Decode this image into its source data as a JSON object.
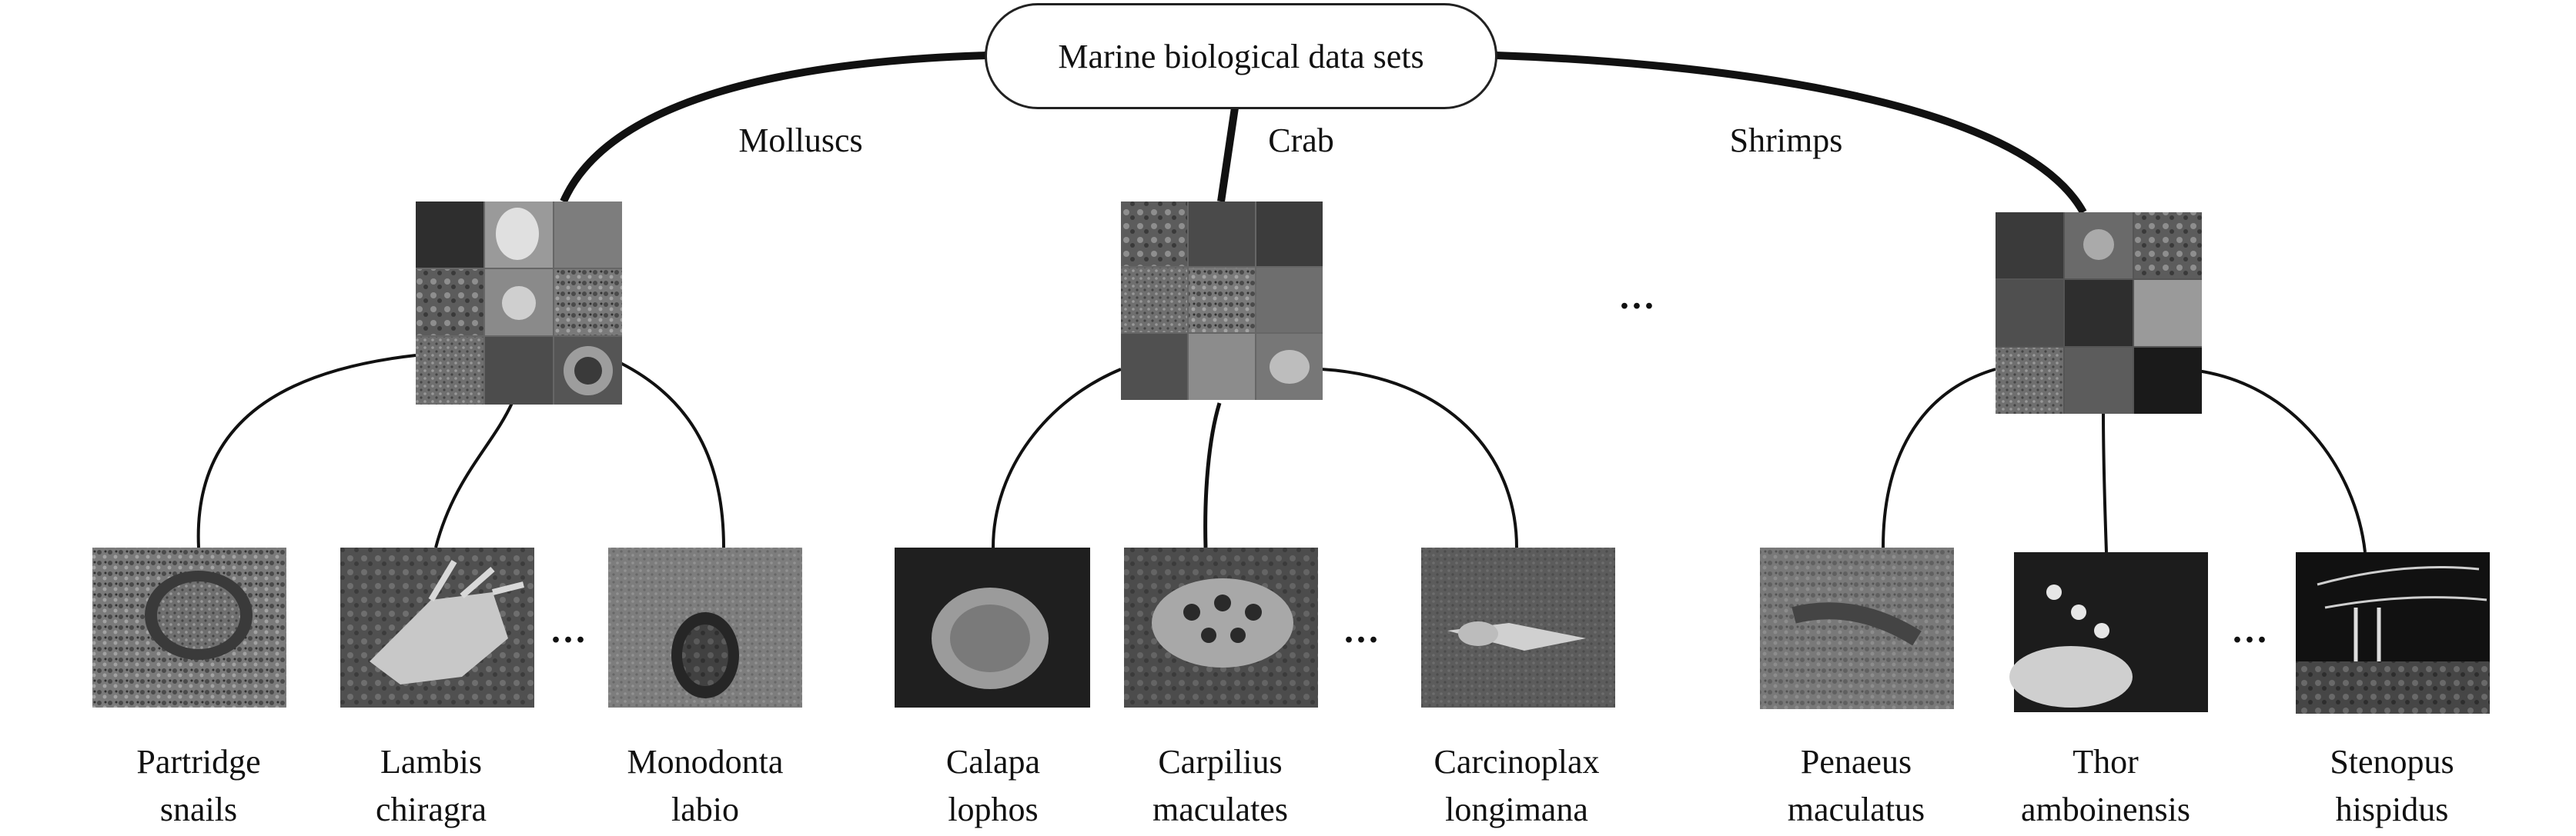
{
  "root": {
    "label": "Marine biological data sets"
  },
  "categories": [
    {
      "label": "Molluscs"
    },
    {
      "label": "Crab"
    },
    {
      "label": "Shrimps"
    }
  ],
  "more_symbol": "...",
  "species": [
    {
      "line1": "Partridge",
      "line2": "snails"
    },
    {
      "line1": "Lambis",
      "line2": "chiragra"
    },
    {
      "line1": "Monodonta",
      "line2": "labio"
    },
    {
      "line1": "Calapa",
      "line2": "lophos"
    },
    {
      "line1": "Carpilius",
      "line2": "maculates"
    },
    {
      "line1": "Carcinoplax",
      "line2": "longimana"
    },
    {
      "line1": "Penaeus",
      "line2": "maculatus"
    },
    {
      "line1": "Thor",
      "line2": "amboinensis"
    },
    {
      "line1": "Stenopus",
      "line2": "hispidus"
    }
  ]
}
